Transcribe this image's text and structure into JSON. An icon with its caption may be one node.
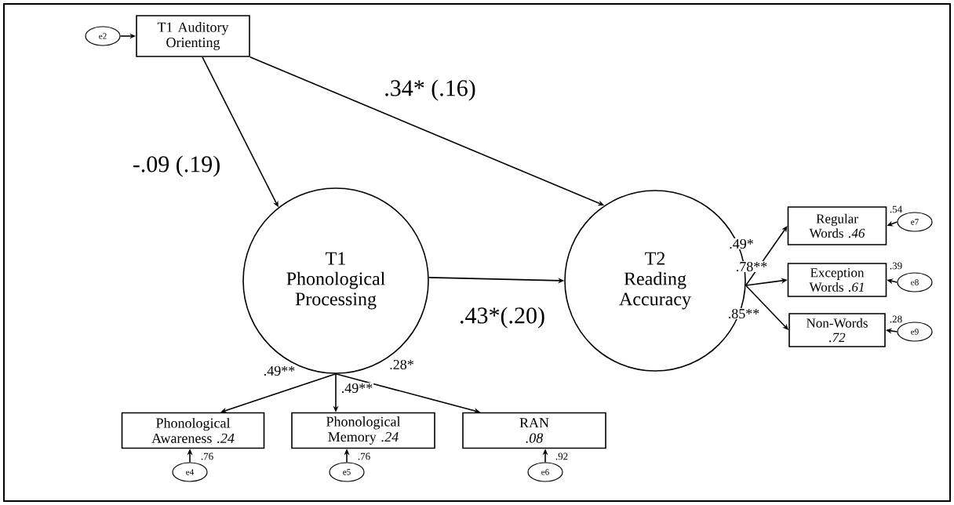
{
  "diagram": {
    "nodes": [
      {
        "text": [
          "e2"
        ]
      },
      {
        "text": [
          "T1 Auditory Orienting"
        ]
      },
      {
        "text": [
          "T1 Phonological Processing"
        ]
      },
      {
        "text": [
          "T2 Reading Accuracy"
        ]
      },
      {
        "text": [
          "Regular Words *.46*"
        ]
      },
      {
        "text": [
          "e7"
        ],
        "beside": [
          ".54"
        ]
      },
      {
        "text": [
          "Exception Words *.61*"
        ]
      },
      {
        "text": [
          "e8"
        ],
        "beside": [
          ".39"
        ]
      },
      {
        "text": [
          "Non-Words *.72*"
        ]
      },
      {
        "text": [
          "e9"
        ],
        "beside": [
          ".28"
        ]
      },
      {
        "text": [
          "Phonological Awareness *.24*"
        ]
      },
      {
        "text": [
          "Phonological Memory *.24*"
        ]
      },
      {
        "text": [
          "RAN *.08*"
        ]
      },
      {
        "text": [
          "e4"
        ],
        "beside": [
          ".76"
        ]
      },
      {
        "text": [
          "e5"
        ],
        "beside": [
          ".76"
        ]
      },
      {
        "text": [
          "e6"
        ],
        "beside": [
          ".92"
        ]
      }
    ],
    "edges": [
      {
        "from": 0,
        "to": 1,
        "arrow": "to"
      },
      {
        "from": 1,
        "to": 2,
        "arrow": "to",
        "label": "-.09 (.19)"
      },
      {
        "from": 1,
        "to": 3,
        "arrow": "to",
        "label": ".34* (.16)"
      },
      {
        "from": 2,
        "to": 3,
        "arrow": "to",
        "label": ".43*(.20)"
      },
      {
        "from": 3,
        "to": 4,
        "arrow": "to",
        "label": ".49*"
      },
      {
        "from": 3,
        "to": 6,
        "arrow": "to",
        "label": ".78**"
      },
      {
        "from": 3,
        "to": 8,
        "arrow": "to",
        "label": ".85**"
      },
      {
        "from": 5,
        "to": 4,
        "arrow": "to"
      },
      {
        "from": 7,
        "to": 6,
        "arrow": "to"
      },
      {
        "from": 9,
        "to": 8,
        "arrow": "to"
      },
      {
        "from": 2,
        "to": 10,
        "arrow": "to",
        "label": ".49**"
      },
      {
        "from": 2,
        "to": 11,
        "arrow": "to",
        "label": ".49**"
      },
      {
        "from": 2,
        "to": 12,
        "arrow": "to",
        "label": ".28*"
      },
      {
        "from": 13,
        "to": 10,
        "arrow": "to"
      },
      {
        "from": 14,
        "to": 11,
        "arrow": "to"
      },
      {
        "from": 15,
        "to": 12,
        "arrow": "to"
      }
    ]
  }
}
